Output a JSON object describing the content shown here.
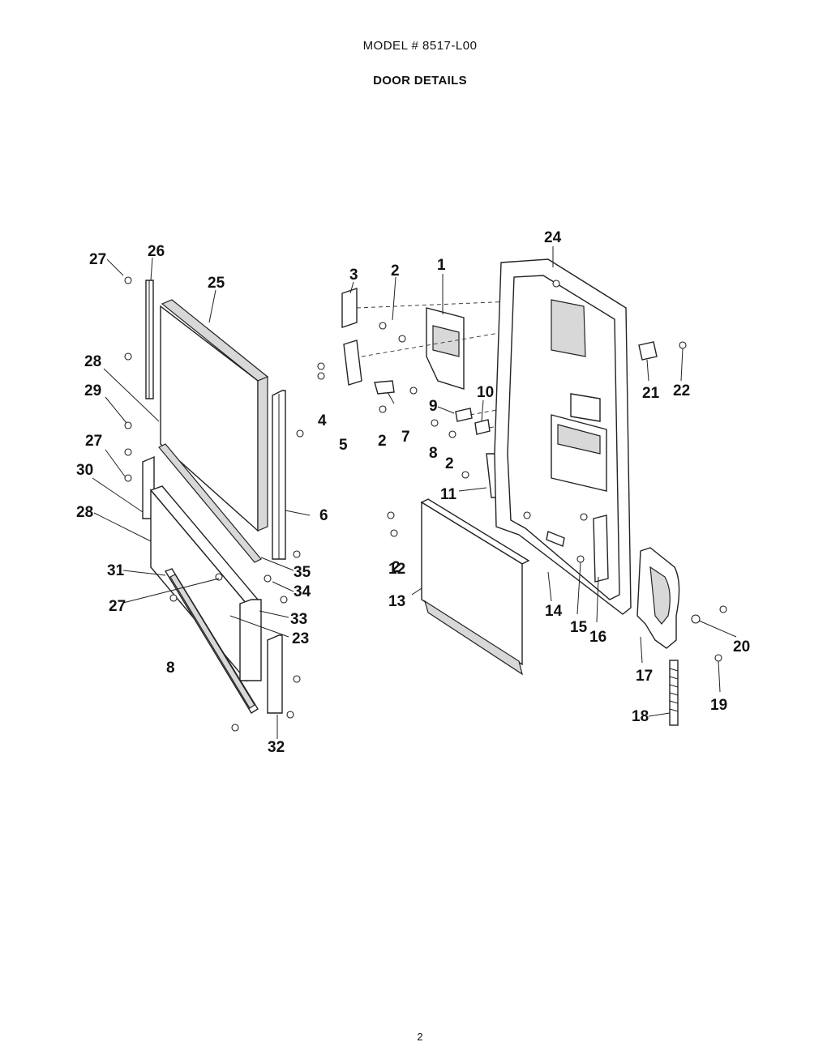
{
  "header": {
    "model": "MODEL # 8517-L00",
    "title": "DOOR DETAILS"
  },
  "page_number": "2",
  "callouts": [
    "1",
    "2",
    "2",
    "2",
    "2",
    "3",
    "4",
    "5",
    "6",
    "7",
    "8",
    "8",
    "9",
    "10",
    "11",
    "12",
    "13",
    "14",
    "15",
    "16",
    "17",
    "18",
    "19",
    "20",
    "21",
    "22",
    "23",
    "24",
    "25",
    "26",
    "27",
    "27",
    "27",
    "28",
    "28",
    "29",
    "30",
    "31",
    "32",
    "33",
    "34",
    "35"
  ]
}
